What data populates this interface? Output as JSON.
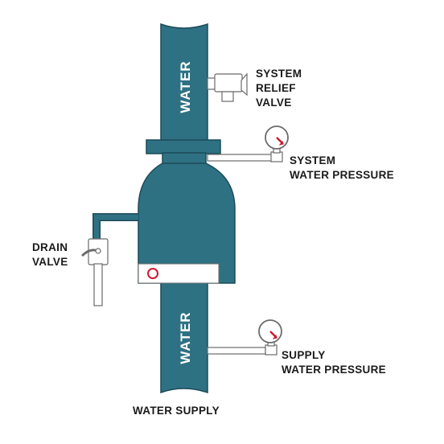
{
  "labels": {
    "pipe_top": "WATER",
    "pipe_bottom": "WATER",
    "relief": [
      "SYSTEM",
      "RELIEF",
      "VALVE"
    ],
    "system_pressure": [
      "SYSTEM",
      "WATER PRESSURE"
    ],
    "drain": [
      "DRAIN",
      "VALVE"
    ],
    "supply_pressure": [
      "SUPPLY",
      "WATER PRESSURE"
    ],
    "water_supply": "WATER SUPPLY"
  },
  "colors": {
    "pipe": "#2e7183",
    "outline": "#1c4b59",
    "fitting": "#ffffff",
    "fitting_stroke": "#6b6b6b",
    "gauge_needle": "#d0192f",
    "indicator": "#d0192f"
  },
  "icons": {
    "relief_valve": "relief-valve-icon",
    "system_gauge": "pressure-gauge-icon",
    "supply_gauge": "pressure-gauge-icon",
    "drain_valve": "drain-valve-icon"
  }
}
